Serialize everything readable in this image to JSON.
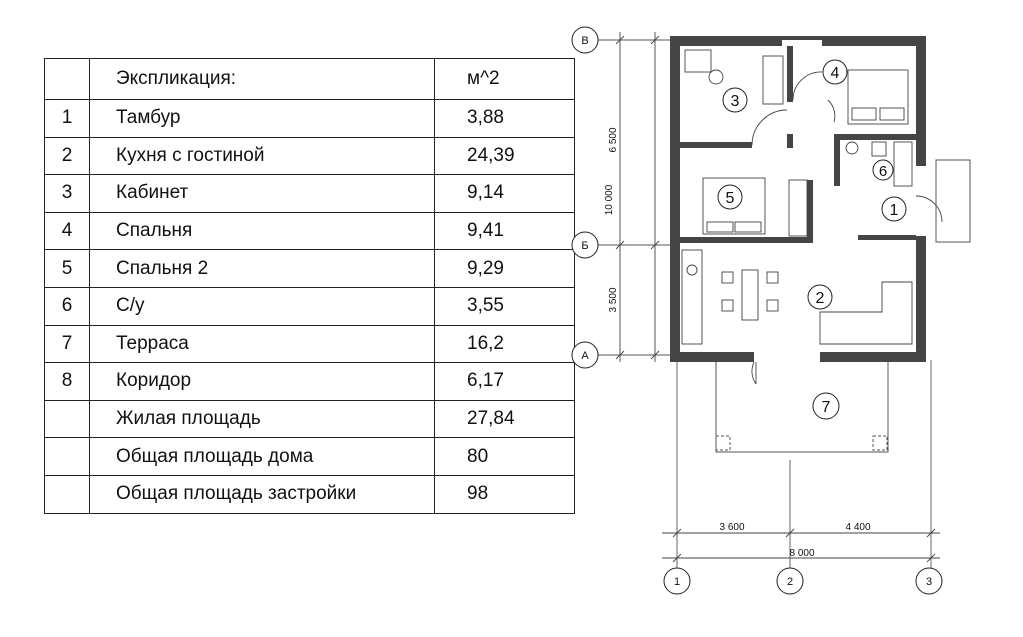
{
  "table": {
    "header": {
      "name": "Экспликация:",
      "unit": "м^2"
    },
    "rows": [
      {
        "num": "1",
        "name": "Тамбур",
        "value": "3,88"
      },
      {
        "num": "2",
        "name": "Кухня с гостиной",
        "value": "24,39"
      },
      {
        "num": "3",
        "name": "Кабинет",
        "value": "9,14"
      },
      {
        "num": "4",
        "name": "Спальня",
        "value": "9,41"
      },
      {
        "num": "5",
        "name": "Спальня 2",
        "value": "9,29"
      },
      {
        "num": "6",
        "name": "С/у",
        "value": "3,55"
      },
      {
        "num": "7",
        "name": "Терраса",
        "value": "16,2"
      },
      {
        "num": "8",
        "name": "Коридор",
        "value": "6,17"
      }
    ],
    "totals": [
      {
        "name": "Жилая площадь",
        "value": "27,84"
      },
      {
        "name": "Общая площадь дома",
        "value": "80"
      },
      {
        "name": "Общая площадь застройки",
        "value": "98"
      }
    ]
  },
  "plan": {
    "axes_letters": [
      "В",
      "Б",
      "А"
    ],
    "axes_numbers": [
      "1",
      "2",
      "3"
    ],
    "dims_vertical": {
      "top": "6 500",
      "bottom": "3 500",
      "total": "10 000"
    },
    "dims_horizontal": {
      "left": "3 600",
      "right": "4 400",
      "total": "8 000"
    },
    "room_labels": [
      "1",
      "2",
      "3",
      "4",
      "5",
      "6",
      "7"
    ]
  }
}
